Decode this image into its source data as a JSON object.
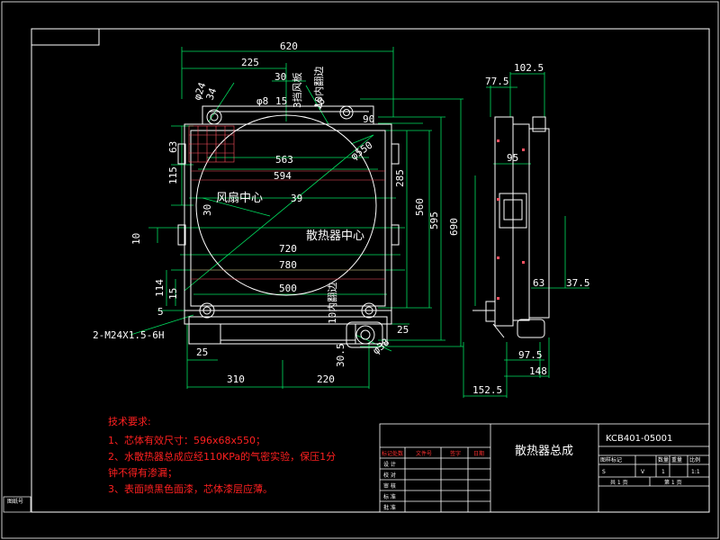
{
  "front_view": {
    "dims": {
      "w620": "620",
      "w225": "225",
      "w30": "30",
      "phi8": "φ8",
      "d15": "15",
      "d90": "90",
      "d563": "563",
      "d594": "594",
      "d39": "39",
      "d720": "720",
      "d780": "780",
      "d500": "500",
      "d25a": "25",
      "d25b": "25",
      "d310": "310",
      "d220": "220",
      "d30_5": "30.5",
      "phi38": "φ38",
      "phi550": "φ550",
      "v63": "63",
      "v115": "115",
      "v10": "10",
      "v114": "114",
      "v15": "15",
      "v30": "30",
      "v285": "285",
      "v560": "560",
      "v595": "595",
      "v690": "690",
      "phi24": "φ24",
      "d34": "34",
      "d10": "10",
      "slash5": "5"
    },
    "labels": {
      "fan_center": "风扇中心",
      "radiator_center": "散热器中心",
      "thread": "2-M24X1.5-6H",
      "seal_plate": "3挡风板",
      "baffle_left": "10内翻边",
      "baffle_bottom": "10内翻边"
    }
  },
  "side_view": {
    "dims": {
      "d102_5": "102.5",
      "d77_5": "77.5",
      "d95": "95",
      "d63": "63",
      "d37_5": "37.5",
      "d97_5": "97.5",
      "d148": "148",
      "d152_5": "152.5"
    }
  },
  "notes": {
    "title": "技术要求:",
    "line1": "1、芯体有效尺寸：596x68x550；",
    "line2a": "2、水散热器总成应经110KPa的气密实验，保压1分",
    "line2b": "钟不得有渗漏；",
    "line3": "3、表面喷黑色面漆，芯体漆层应薄。"
  },
  "title_block": {
    "part_name": "散热器总成",
    "drawing_no": "KCB401-05001",
    "headers": [
      "图样标记",
      "数量",
      "重量",
      "比例"
    ],
    "values": [
      "S",
      "V",
      "1",
      "1:1"
    ],
    "sheets": "共 1 页",
    "sheet_of": "第 1 页",
    "sign_cols": [
      "标记处数",
      "文件号",
      "签字",
      "日期"
    ],
    "sign_rows": [
      "设 计",
      "校 对",
      "审 核",
      "标 准",
      "批 准"
    ],
    "corner_mark": "图纸号"
  },
  "colors": {
    "background": "#000000",
    "part_outline": "#ffffff",
    "dimension_line": "#00e060",
    "hatch": "#ff5060",
    "frame": "#ffffff",
    "notes": "#ff2020"
  }
}
